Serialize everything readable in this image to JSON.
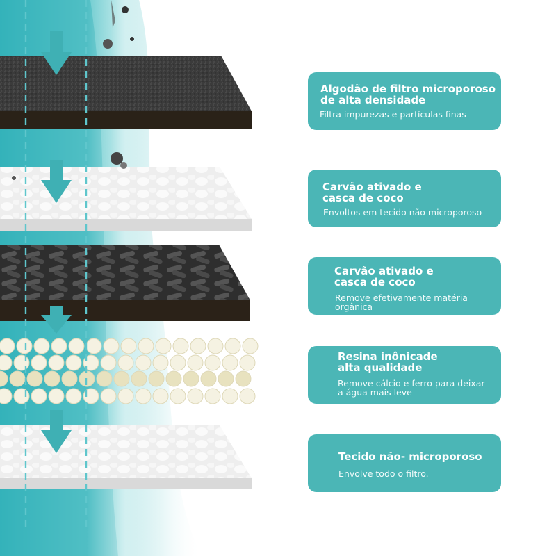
{
  "colors": {
    "card_bg": "#4bb6b6",
    "teal_flow": "#47c0c6",
    "arrow": "#3fb0b4",
    "dark_layer": "#3a3a3a",
    "light_layer": "#ececec",
    "bead": "#f3efd6"
  },
  "icons": [
    "down-arrow-icon",
    "down-arrow-icon",
    "down-arrow-icon",
    "down-arrow-icon"
  ],
  "layers": [
    {
      "title": "Algodão de filtro microporoso\nde alta densidade",
      "desc": "Filtra impurezas e partículas finas"
    },
    {
      "title": "Carvão ativado e\ncasca de coco",
      "desc": "Envoltos em tecido não microporoso"
    },
    {
      "title": "Carvão ativado e\ncasca de coco",
      "desc": "Remove efetivamente matéria\norgânica"
    },
    {
      "title": "Resina inônicade\nalta qualidade",
      "desc": "Remove cálcio e ferro para deixar\na água mais leve"
    },
    {
      "title": "Tecido não- microporoso",
      "desc": "Envolve todo o filtro."
    }
  ]
}
